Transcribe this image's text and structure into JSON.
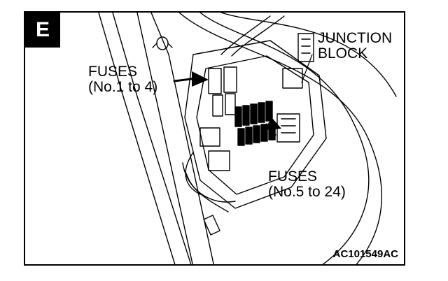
{
  "figure": {
    "view_letter": "E",
    "figure_code": "AC101549AC"
  },
  "labels": {
    "junction_block": [
      "JUNCTION",
      "BLOCK"
    ],
    "fuses_upper": [
      "FUSES",
      "(No.1 to 4)"
    ],
    "fuses_lower": [
      "FUSES",
      "(No.5 to 24)"
    ]
  }
}
